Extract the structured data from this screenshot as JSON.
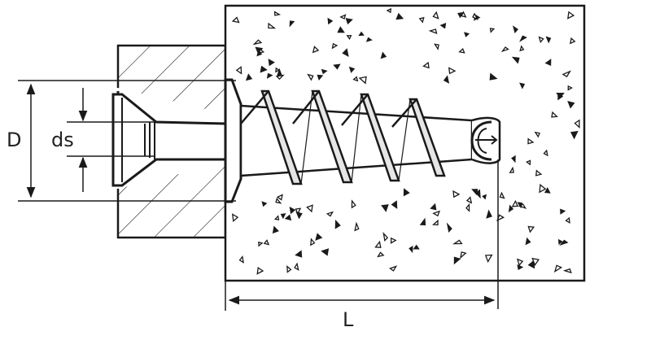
{
  "labels": {
    "head_diameter": "D",
    "shank_diameter": "ds",
    "length": "L"
  },
  "colors": {
    "line": "#1a1a1a",
    "fill": "#ffffff",
    "thread_fill": "#e6e6e6"
  }
}
